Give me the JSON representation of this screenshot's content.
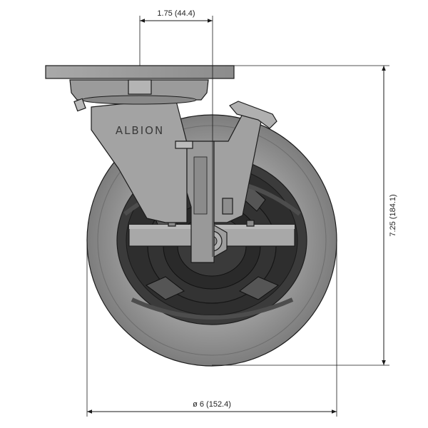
{
  "drawing": {
    "brand": "ALBION",
    "dimensions": {
      "offset": "1.75 (44.4)",
      "height": "7.25 (184.1)",
      "diameter": "ø 6 (152.4)"
    }
  },
  "colors": {
    "tire": "#8e8e8e",
    "hub": "#3c3c3c",
    "steel": "#9a9a9a",
    "line": "#1a1a1a"
  }
}
